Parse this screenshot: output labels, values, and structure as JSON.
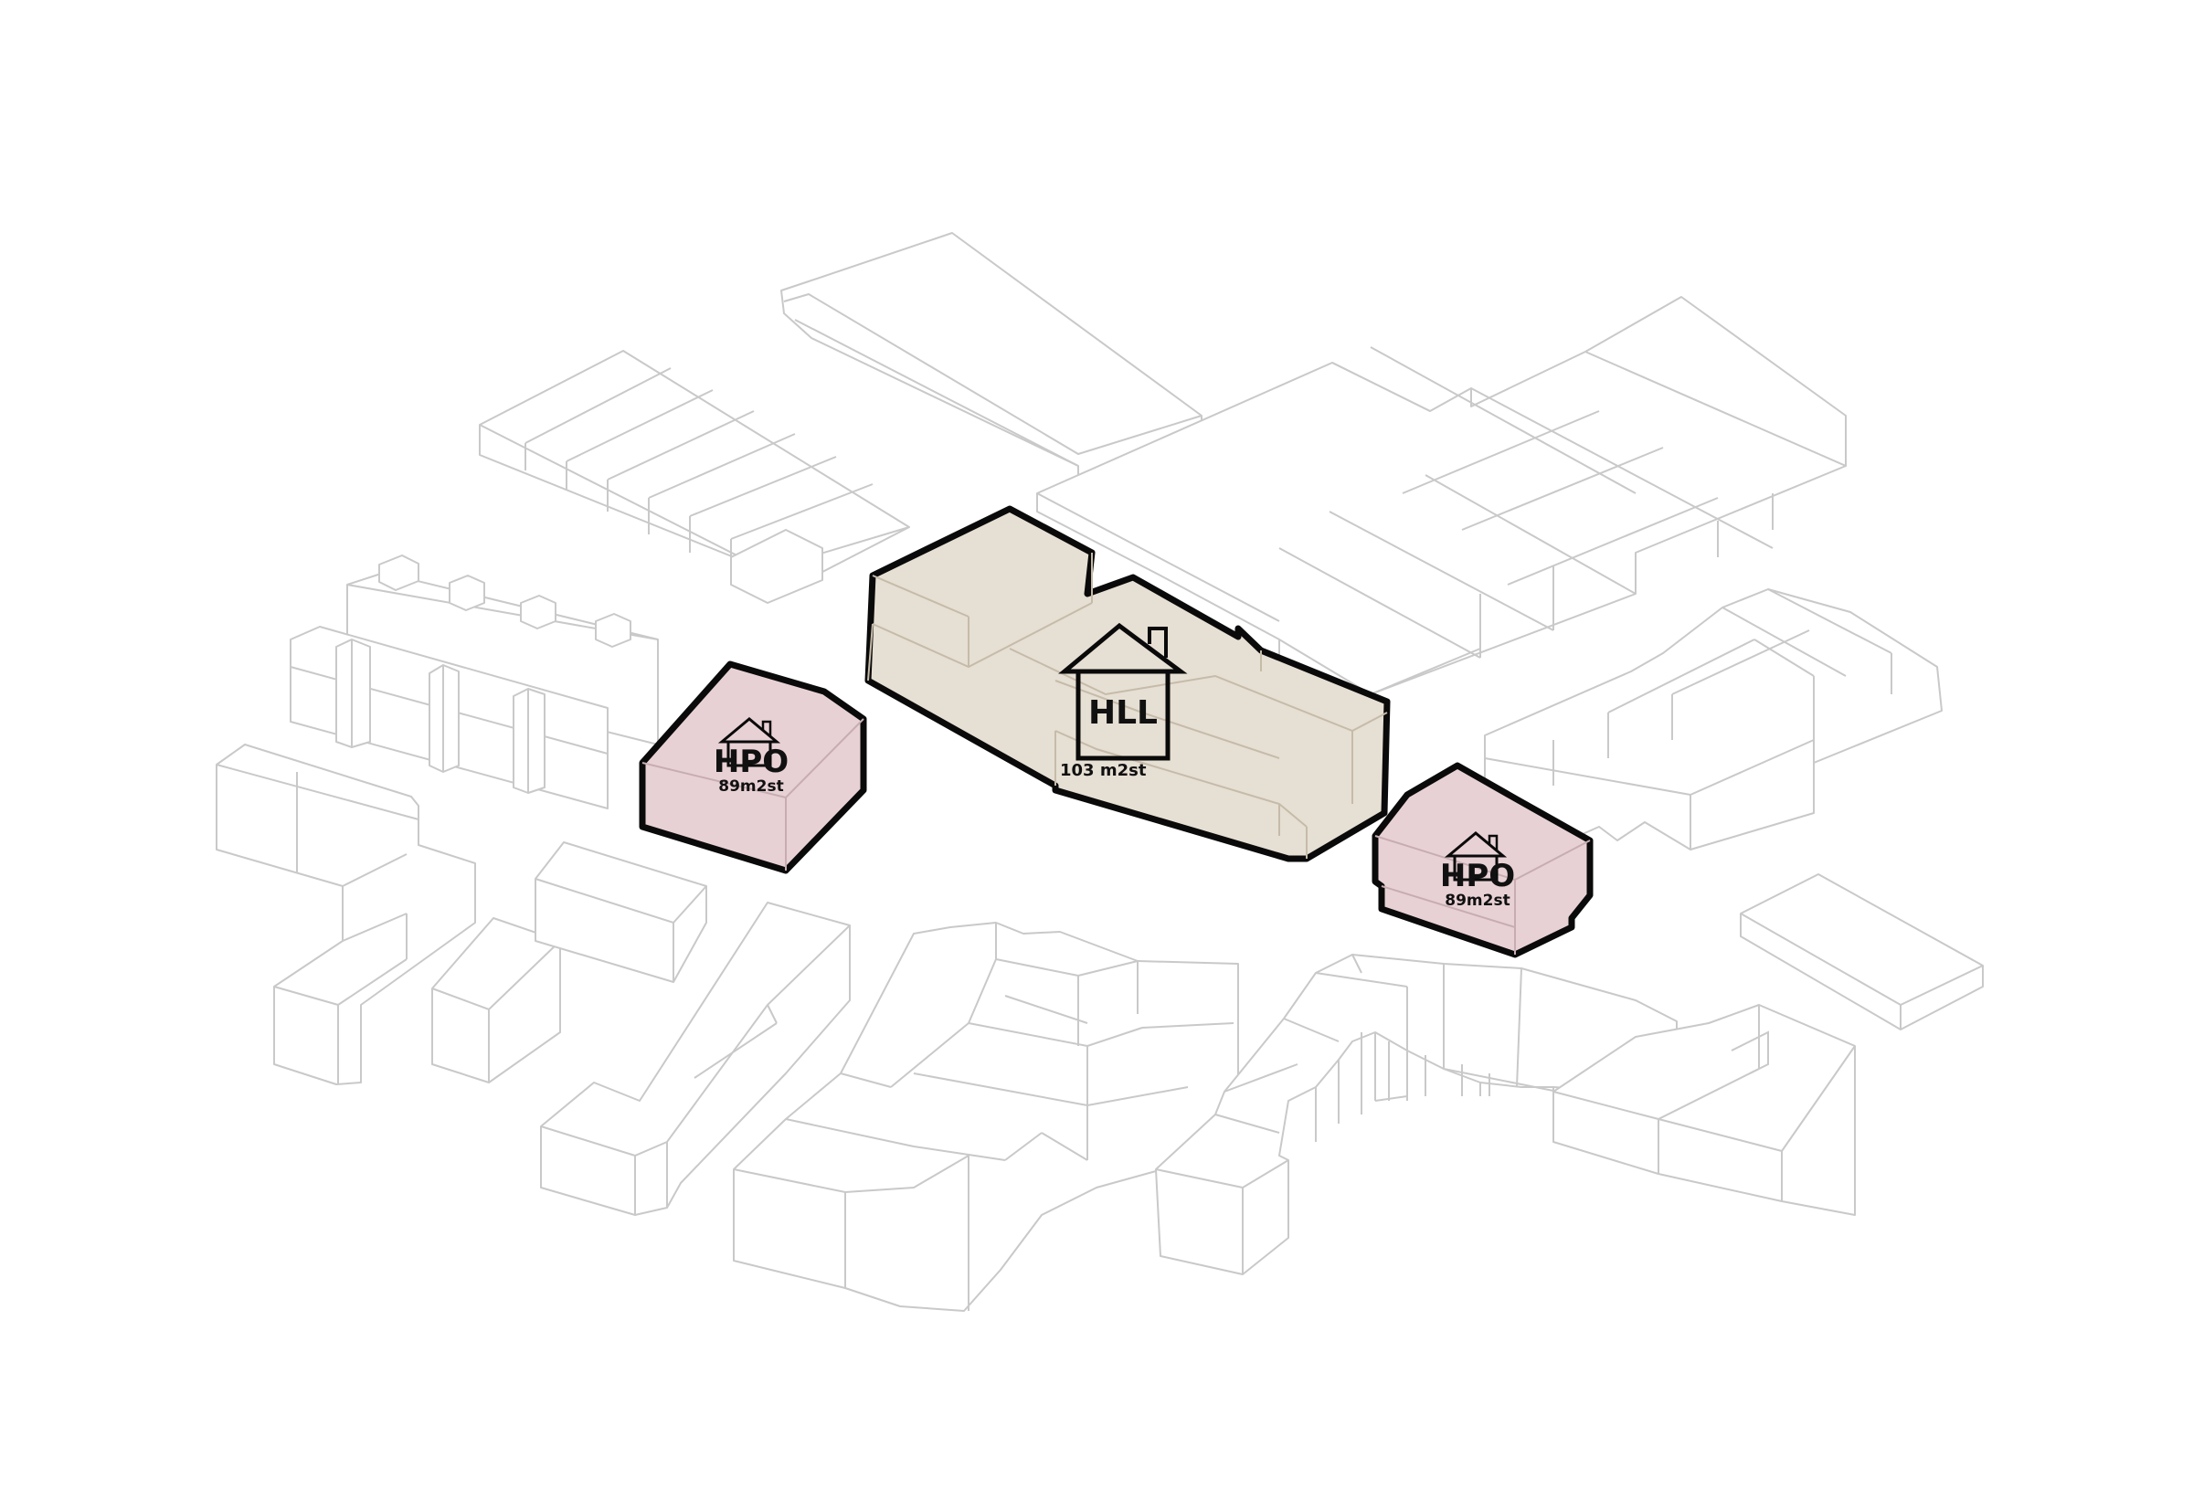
{
  "colors": {
    "context_stroke": "#c9c9c9",
    "hll_fill": "#e6dfd3",
    "hpo_fill": "#e8d1d5",
    "outline": "#0a0a0a"
  },
  "blocks": [
    {
      "id": "hpo-west",
      "type": "HPO",
      "label": "HPO",
      "area": "89m2st",
      "icon": "house-icon"
    },
    {
      "id": "hll-center",
      "type": "HLL",
      "label": "HLL",
      "area": "103 m2st",
      "icon": "house-icon"
    },
    {
      "id": "hpo-east",
      "type": "HPO",
      "label": "HPO",
      "area": "89m2st",
      "icon": "house-icon"
    }
  ]
}
